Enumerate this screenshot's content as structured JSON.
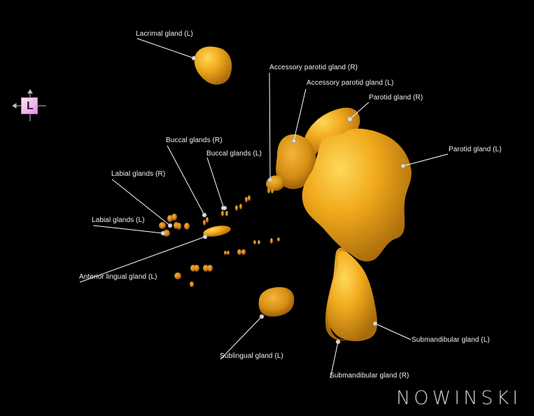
{
  "scene": {
    "background": "#000000",
    "gland_color": "#f2ae1c",
    "gland_shadow": "#b27410",
    "leader_color": "#ffffff"
  },
  "orientation_cube": {
    "letter": "L",
    "color": "#f3b8ee"
  },
  "labels": [
    {
      "id": "lacrimal_l",
      "text": "Lacrimal gland (L)"
    },
    {
      "id": "accessory_parotid_r",
      "text": "Accessory parotid gland (R)"
    },
    {
      "id": "accessory_parotid_l",
      "text": "Accessory parotid gland (L)"
    },
    {
      "id": "parotid_r",
      "text": "Parotid gland (R)"
    },
    {
      "id": "parotid_l",
      "text": "Parotid gland (L)"
    },
    {
      "id": "buccal_r",
      "text": "Buccal glands (R)"
    },
    {
      "id": "buccal_l",
      "text": "Buccal glands (L)"
    },
    {
      "id": "labial_r",
      "text": "Labial glands (R)"
    },
    {
      "id": "labial_l",
      "text": "Labial glands (L)"
    },
    {
      "id": "anterior_lingual_l",
      "text": "Anterior lingual gland (L)"
    },
    {
      "id": "sublingual_l",
      "text": "Sublingual gland (L)"
    },
    {
      "id": "submandibular_l",
      "text": "Submandibular gland (L)"
    },
    {
      "id": "submandibular_r",
      "text": "Submandibular gland (R)"
    }
  ],
  "watermark": {
    "text": "NOWINSKI"
  }
}
